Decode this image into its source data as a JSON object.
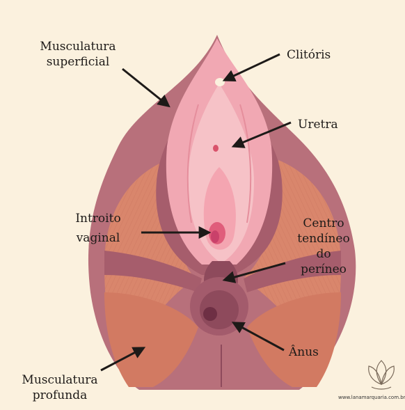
{
  "labels": {
    "musculatura_superficial": [
      "Musculatura",
      "superficial"
    ],
    "clitoris": "Clitóris",
    "uretra": "Uretra",
    "introito_vaginal": [
      "Introito",
      "vaginal"
    ],
    "centro_tendineo": [
      "Centro",
      "tendíneo",
      "do",
      "períneo"
    ],
    "anus": "Ânus",
    "musculatura_profunda": [
      "Musculatura",
      "profunda"
    ]
  },
  "watermark": {
    "url": "www.lanamarquaria.com.br"
  },
  "colors": {
    "background": "#fbf1de",
    "outer_muscle": "#b8707b",
    "deep_muscle": "#d9866c",
    "vulva_pink": "#f1a8b3",
    "arrow": "#1d1a18"
  }
}
